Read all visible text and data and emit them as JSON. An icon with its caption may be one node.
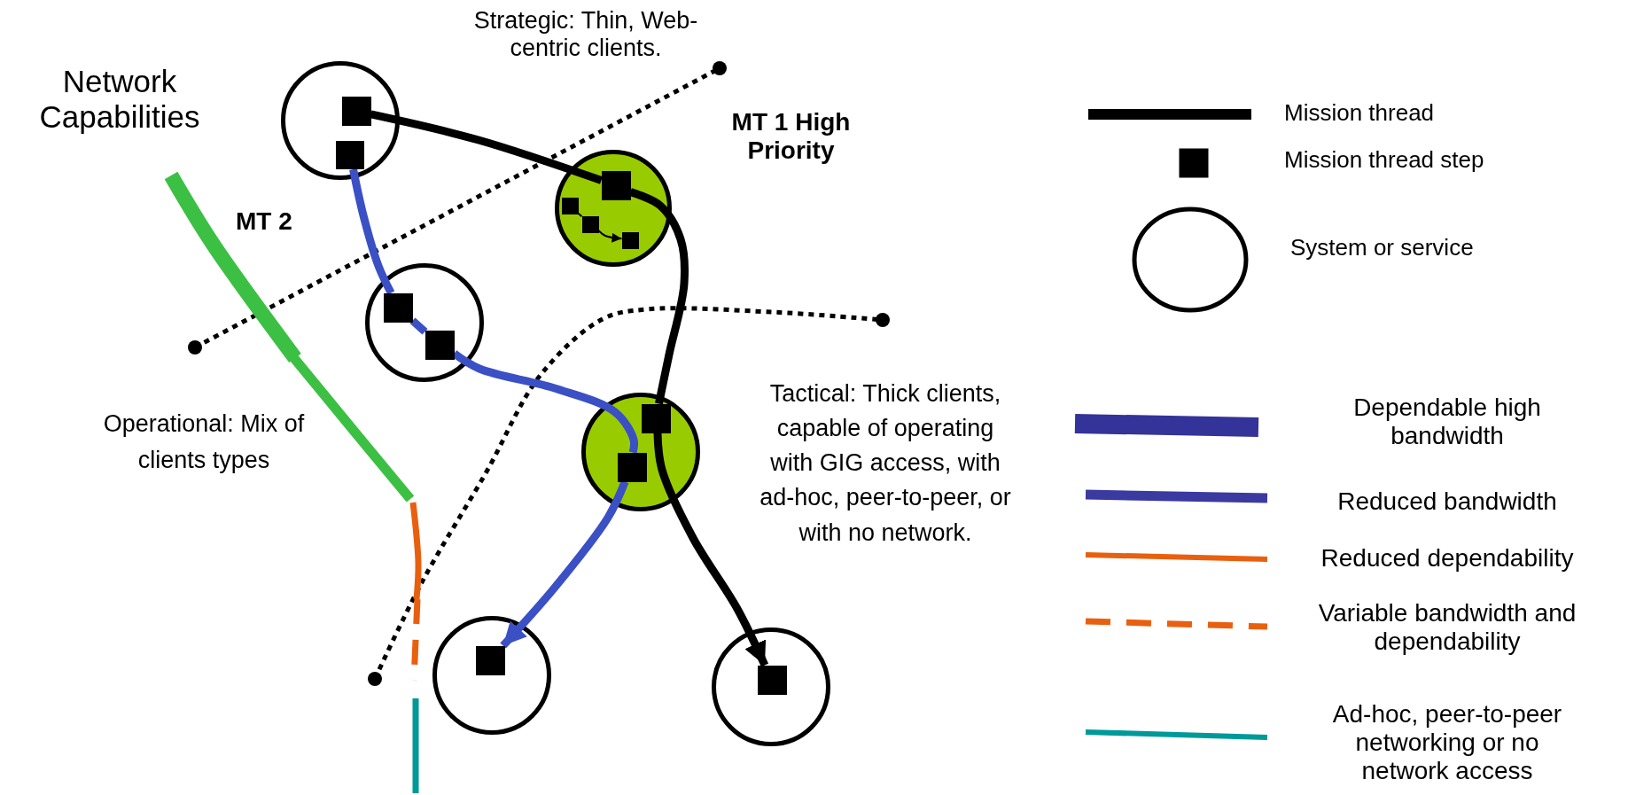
{
  "diagram": {
    "nodes": [
      {
        "text": [],
        "shape": "circle"
      },
      {
        "text": [],
        "shape": "box",
        "in": 0
      },
      {
        "text": [],
        "shape": "box",
        "in": 0
      },
      {
        "text": [],
        "shape": "circle"
      },
      {
        "text": [],
        "shape": "box",
        "in": 3
      },
      {
        "text": [],
        "shape": "box",
        "in": 3
      },
      {
        "text": [],
        "shape": "box",
        "in": 3
      },
      {
        "text": [],
        "shape": "box",
        "in": 3
      },
      {
        "text": [],
        "shape": "circle"
      },
      {
        "text": [],
        "shape": "box",
        "in": 8
      },
      {
        "text": [],
        "shape": "box",
        "in": 8
      },
      {
        "text": [],
        "shape": "circle"
      },
      {
        "text": [],
        "shape": "box",
        "in": 11
      },
      {
        "text": [],
        "shape": "box",
        "in": 11
      },
      {
        "text": [],
        "shape": "circle"
      },
      {
        "text": [],
        "shape": "box",
        "in": 14
      },
      {
        "text": [],
        "shape": "circle"
      },
      {
        "text": [],
        "shape": "box",
        "in": 16
      }
    ],
    "edges": [
      {
        "from": 1,
        "to": 4,
        "arrow": "none"
      },
      {
        "from": 4,
        "to": 12,
        "arrow": "none"
      },
      {
        "from": 12,
        "to": 17,
        "arrow": "to"
      },
      {
        "from": 2,
        "to": 9,
        "arrow": "none",
        "color": "#3a50c4"
      },
      {
        "from": 9,
        "to": 10,
        "arrow": "none",
        "color": "#3a50c4"
      },
      {
        "from": 10,
        "to": 13,
        "arrow": "none",
        "color": "#3a50c4"
      },
      {
        "from": 13,
        "to": 15,
        "arrow": "to",
        "color": "#3a50c4"
      },
      {
        "from": 5,
        "to": 6,
        "arrow": "none"
      },
      {
        "from": 6,
        "to": 7,
        "arrow": "to"
      }
    ],
    "labels": [
      "Network Capabilities",
      "Strategic: Thin, Web-centric clients.",
      "MT 1 High Priority",
      "MT 2",
      "Operational: Mix of clients types",
      "Tactical: Thick clients, capable of operating with GIG access, with ad-hoc, peer-to-peer, or with no network."
    ],
    "legend": [
      {
        "text": "Mission thread"
      },
      {
        "text": "Mission thread step"
      },
      {
        "text": "System or service"
      },
      {
        "text": "Dependable high bandwidth"
      },
      {
        "text": "Reduced bandwidth"
      },
      {
        "text": "Reduced dependability"
      },
      {
        "text": "Variable bandwidth and dependability"
      },
      {
        "text": "Ad-hoc, peer-to-peer networking or no network access"
      }
    ]
  }
}
